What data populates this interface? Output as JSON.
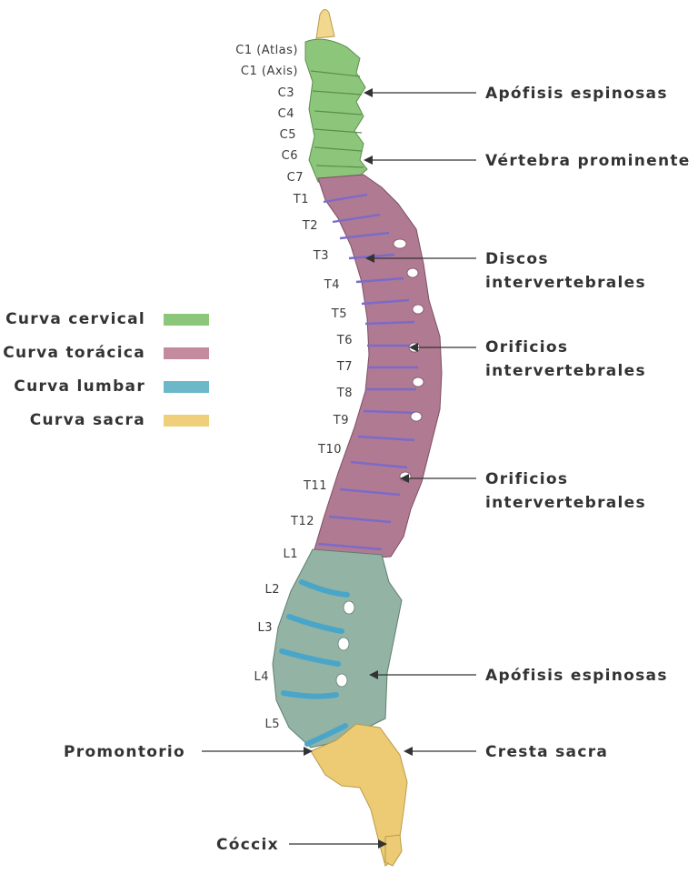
{
  "vertebra_labels": [
    "C1 (Atlas)",
    "C1 (Axis)",
    "C3",
    "C4",
    "C5",
    "C6",
    "C7",
    "T1",
    "T2",
    "T3",
    "T4",
    "T5",
    "T6",
    "T7",
    "T8",
    "T9",
    "T10",
    "T11",
    "T12",
    "L1",
    "L2",
    "L3",
    "L4",
    "L5"
  ],
  "callouts": {
    "apofisis_top": [
      "Apófisis espinosas"
    ],
    "vertebra_prominente": [
      "Vértebra prominente"
    ],
    "discos": [
      "Discos",
      "intervertebrales"
    ],
    "orificios_1": [
      "Orificios",
      "intervertebrales"
    ],
    "orificios_2": [
      "Orificios",
      "intervertebrales"
    ],
    "apofisis_bottom": [
      "Apófisis espinosas"
    ],
    "cresta_sacra": [
      "Cresta sacra"
    ],
    "promontorio": [
      "Promontorio"
    ],
    "coccix": [
      "Cóccix"
    ]
  },
  "legend": [
    {
      "label": "Curva cervical",
      "color": "#8cc67b"
    },
    {
      "label": "Curva torácica",
      "color": "#c48a9e"
    },
    {
      "label": "Curva lumbar",
      "color": "#6cb8c9"
    },
    {
      "label": "Curva sacra",
      "color": "#efcf7a"
    }
  ],
  "colors": {
    "cervical": "#8cc67b",
    "thoracic": "#b07a92",
    "lumbar": "#93b3a4",
    "sacral": "#eccb74",
    "disc_thoracic": "#7c6ac9",
    "disc_lumbar": "#4aa6c8",
    "text": "#333333"
  }
}
